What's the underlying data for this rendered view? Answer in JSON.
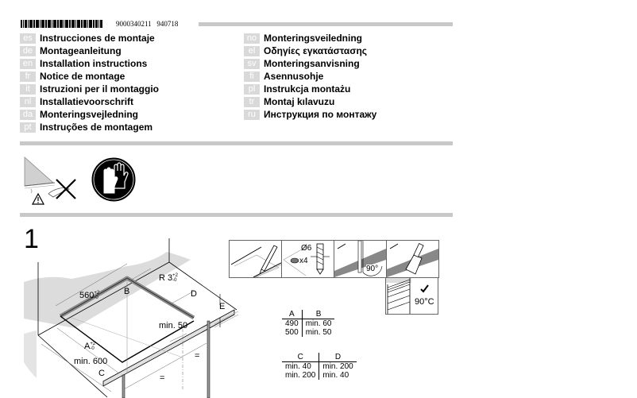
{
  "header": {
    "barcode_number": "9000340211",
    "doc_code": "940718"
  },
  "languages_left": [
    {
      "code": "es",
      "title": "Instrucciones de montaje"
    },
    {
      "code": "de",
      "title": "Montageanleitung"
    },
    {
      "code": "en",
      "title": "Installation instructions"
    },
    {
      "code": "fr",
      "title": "Notice de montage"
    },
    {
      "code": "it",
      "title": "Istruzioni per il montaggio"
    },
    {
      "code": "nl",
      "title": "Installatievoorschrift"
    },
    {
      "code": "da",
      "title": "Monteringsvejledning"
    },
    {
      "code": "pt",
      "title": "Instruções de montagem"
    }
  ],
  "languages_right": [
    {
      "code": "no",
      "title": "Monteringsveiledning"
    },
    {
      "code": "el",
      "title": "Οδηγίες εγκατάστασης"
    },
    {
      "code": "sv",
      "title": "Monteringsanvisning"
    },
    {
      "code": "fi",
      "title": "Asennusohje"
    },
    {
      "code": "pl",
      "title": "Instrukcja montażu"
    },
    {
      "code": "tr",
      "title": "Montaj kılavuzu"
    },
    {
      "code": "ru",
      "title": "Инструкция по монтажу"
    }
  ],
  "safety": {
    "icons": [
      "sharp-edge-warning-icon",
      "wear-gloves-icon"
    ]
  },
  "step": {
    "number": "1",
    "diagram_labels": {
      "width": "560",
      "width_tol_plus": "+2",
      "width_tol_minus": "-0",
      "radius": "R 3",
      "radius_tol_plus": "+2",
      "radius_tol_minus": "-0",
      "depth": "A",
      "depth_tol_plus": "+2",
      "depth_tol_minus": "-0",
      "b": "B",
      "c": "C",
      "d": "D",
      "e": "E",
      "min_50": "min. 50",
      "min_600": "min. 600",
      "equal_1": "=",
      "equal_2": "="
    },
    "tools": {
      "drill_diameter": "Ø6",
      "hole_count": "x4",
      "cut_angle": "90°",
      "heat_resist": "90°C"
    },
    "table_ab": {
      "headers": [
        "A",
        "B"
      ],
      "rows": [
        [
          "490",
          "min. 60"
        ],
        [
          "500",
          "min. 50"
        ]
      ]
    },
    "table_cd": {
      "headers": [
        "C",
        "D"
      ],
      "rows": [
        [
          "min. 40",
          "min. 200"
        ],
        [
          "min. 200",
          "min. 40"
        ]
      ]
    }
  }
}
